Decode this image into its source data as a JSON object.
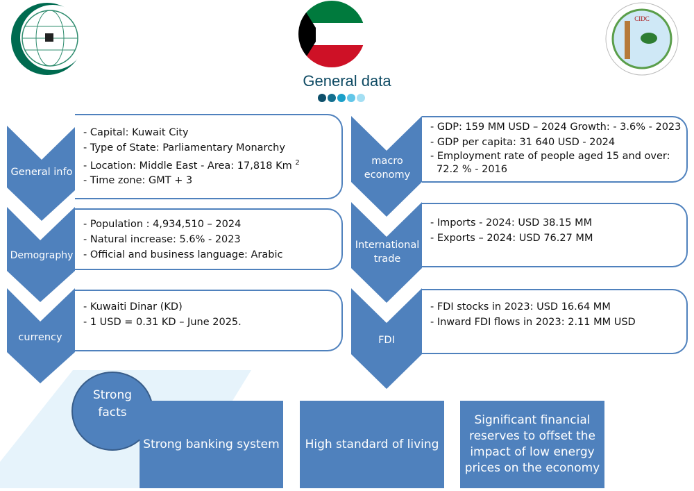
{
  "header": {
    "title": "General data",
    "logo_left": "OIC",
    "logo_right": "CIDC Islamic Centre for Development of Trade",
    "dot_colors": [
      "#0d4f6a",
      "#136f8f",
      "#1a9fc8",
      "#62c6e8",
      "#a4dff3"
    ]
  },
  "colors": {
    "accent": "#4f81bd",
    "light": "#e6f3fb"
  },
  "left": [
    {
      "label": "General info",
      "lines": [
        "- Capital: Kuwait City",
        "- Type of State: Parliamentary Monarchy",
        "- Location: Middle East - Area: 17,818 Km",
        "- Time zone: GMT + 3"
      ],
      "sup": "2"
    },
    {
      "label": "Demography",
      "lines": [
        "- Population : 4,934,510 – 2024",
        "- Natural increase: 5.6% - 2023",
        "- Official and business language: Arabic"
      ]
    },
    {
      "label": "currency",
      "lines": [
        "- Kuwaiti Dinar (KD)",
        "- 1 USD = 0.31 KD – June 2025."
      ]
    }
  ],
  "right": [
    {
      "label": "macro economy",
      "lines": [
        "- GDP: 159 MM USD – 2024 Growth: - 3.6% - 2023",
        "- GDP per capita: 31 640 USD - 2024",
        "- Employment rate of people aged 15 and over:",
        "72.2 % - 2016"
      ]
    },
    {
      "label": "International trade",
      "lines": [
        "- Imports - 2024: USD 38.15 MM",
        "- Exports – 2024: USD 76.27 MM"
      ]
    },
    {
      "label": "FDI",
      "lines": [
        "- FDI stocks in 2023: USD 16.64 MM",
        "- Inward FDI flows in 2023: 2.11 MM USD"
      ]
    }
  ],
  "facts": {
    "title": "Strong facts",
    "items": [
      "Strong banking system",
      "High standard of living",
      "Significant financial reserves to offset the impact of low energy prices on the economy"
    ]
  }
}
